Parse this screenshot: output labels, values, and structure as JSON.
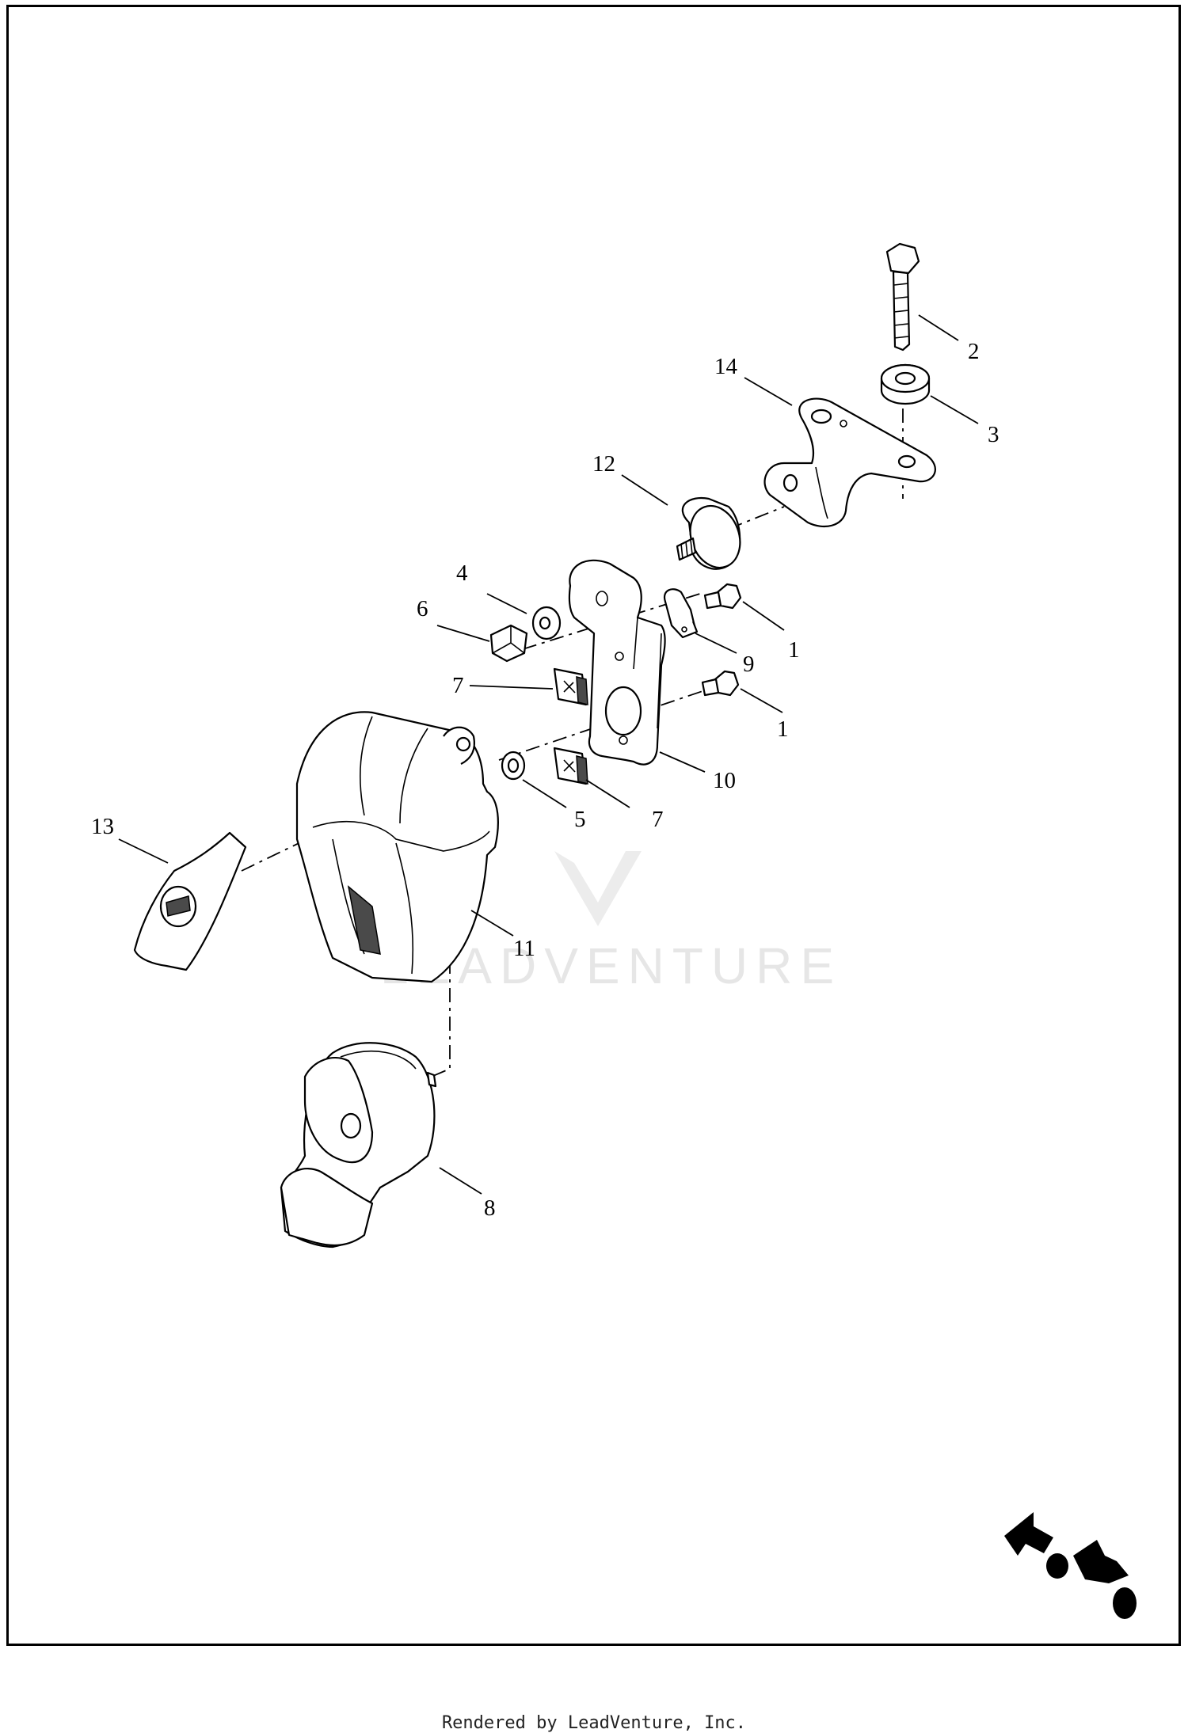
{
  "diagram": {
    "callouts": [
      "1",
      "1",
      "2",
      "3",
      "4",
      "5",
      "6",
      "7",
      "7",
      "8",
      "9",
      "10",
      "11",
      "12",
      "13",
      "14"
    ],
    "watermark": "LEADVENTURE"
  },
  "footer": {
    "text": "Rendered by LeadVenture, Inc."
  },
  "icons": {
    "direction": "front-direction-arrow-icon"
  }
}
